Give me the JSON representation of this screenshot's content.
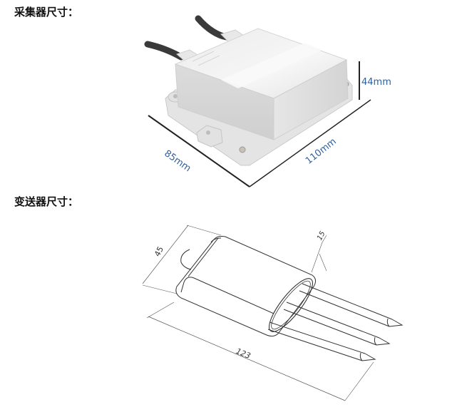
{
  "sections": [
    {
      "title": "采集器尺寸：",
      "figure": "collector-photo",
      "dimensions": {
        "height": "44mm",
        "depth": "85mm",
        "width": "110mm"
      },
      "dimension_color": "#2e5f9e"
    },
    {
      "title": "变送器尺寸：",
      "figure": "transmitter-drawing",
      "dimensions": {
        "height": "45",
        "thickness": "15",
        "length": "123"
      }
    }
  ]
}
